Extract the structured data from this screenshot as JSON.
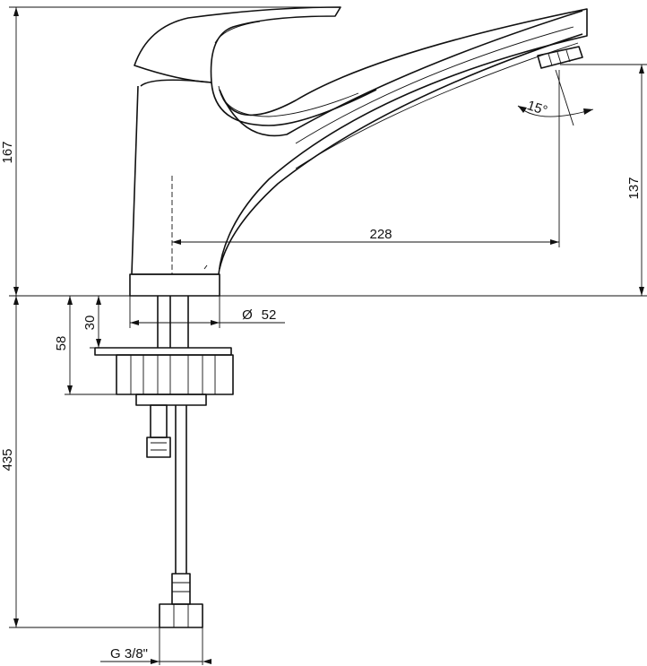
{
  "drawing": {
    "type": "technical-drawing",
    "subject": "single-lever basin faucet",
    "dimensions": {
      "total_height_above_deck": "167",
      "spout_outlet_height": "137",
      "spout_reach": "228",
      "base_diameter": "52",
      "diameter_symbol": "Ø",
      "deck_to_fixing_nut": "30",
      "fixing_nut_depth": "58",
      "hose_length": "435",
      "hose_thread": "G 3/8\"",
      "outlet_tilt_angle": "15°"
    }
  }
}
